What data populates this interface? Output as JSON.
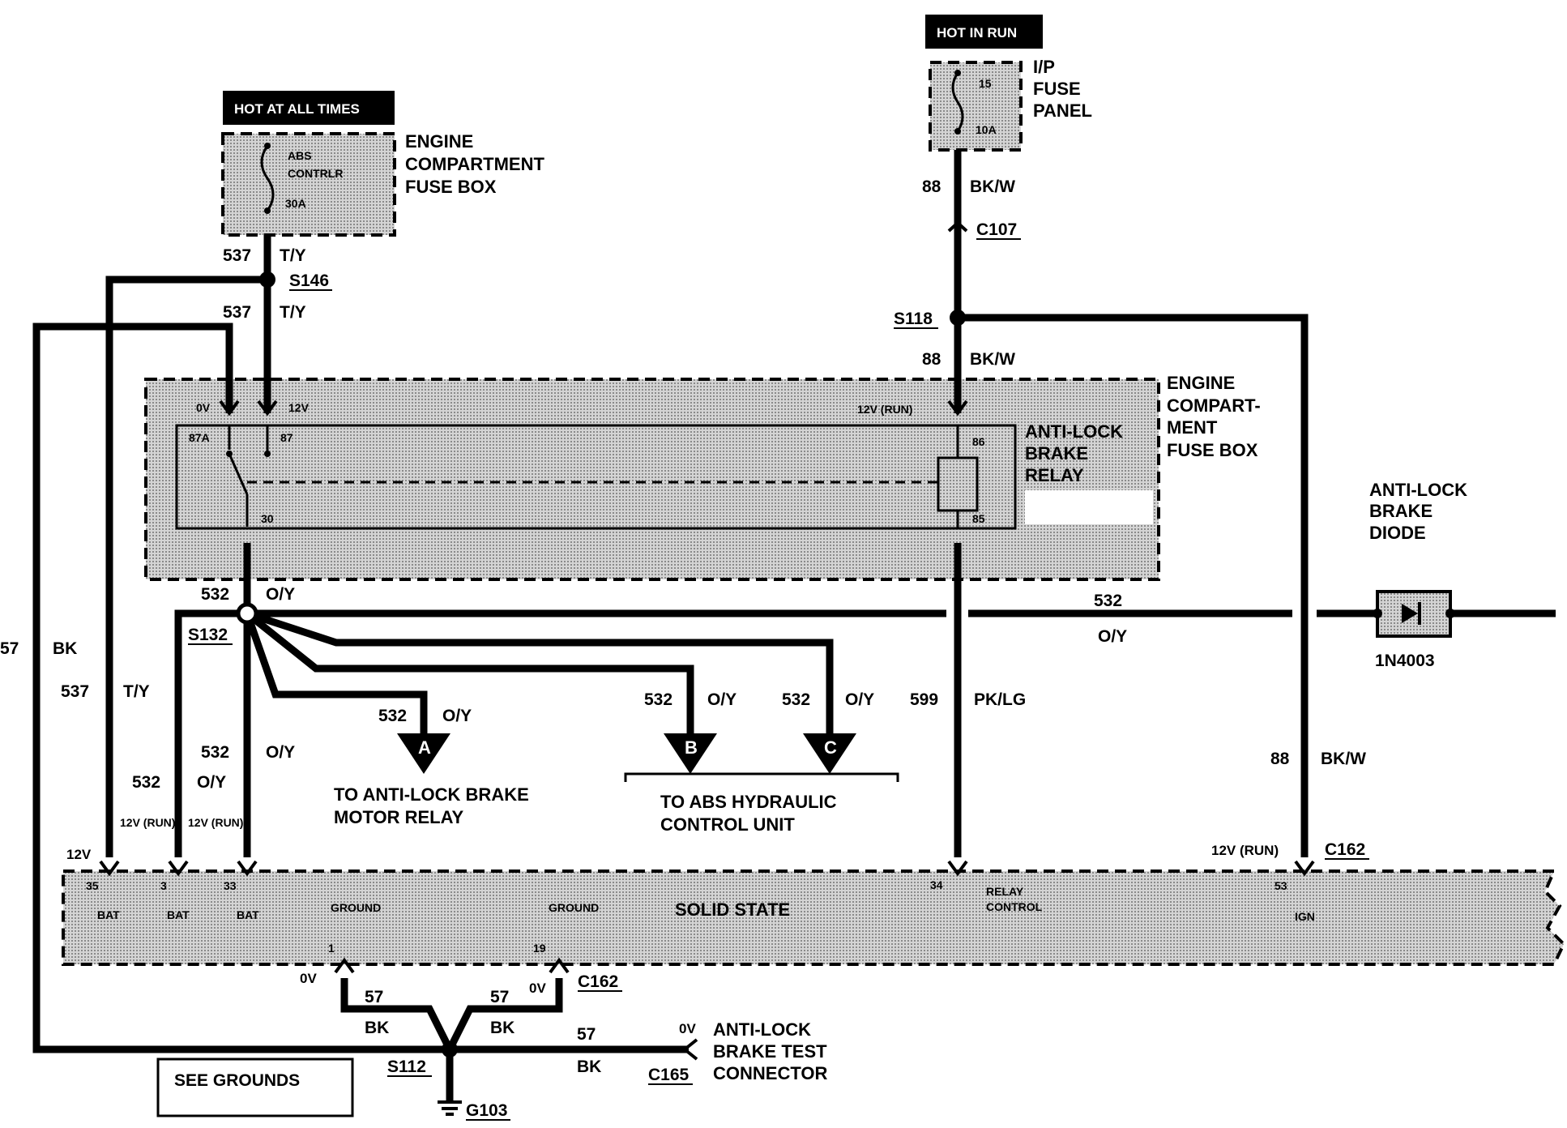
{
  "power": {
    "hot_at_all_times": "HOT AT ALL TIMES",
    "hot_in_run": "HOT IN RUN"
  },
  "engine_fuse_box": {
    "title_lines": [
      "ENGINE",
      "COMPARTMENT",
      "FUSE BOX"
    ],
    "fuse_lines": [
      "ABS",
      "CONTRLR"
    ],
    "fuse_rating": "30A"
  },
  "ip_fuse_panel": {
    "title_lines": [
      "I/P",
      "FUSE",
      "PANEL"
    ],
    "fuse_number": "15",
    "fuse_rating": "10A"
  },
  "relay_box": {
    "title_lines": [
      "ENGINE",
      "COMPART-",
      "MENT",
      "FUSE BOX"
    ],
    "relay_lines": [
      "ANTI-LOCK",
      "BRAKE",
      "RELAY"
    ],
    "voltage_87a": "0V",
    "voltage_87": "12V",
    "voltage_86": "12V (RUN)",
    "pin_87a": "87A",
    "pin_87": "87",
    "pin_30": "30",
    "pin_86": "86",
    "pin_85": "85"
  },
  "wires": {
    "w537_a_num": "537",
    "w537_a_color": "T/Y",
    "w537_b_num": "537",
    "w537_b_color": "T/Y",
    "w537_left_num": "537",
    "w537_left_color": "T/Y",
    "w88_a_num": "88",
    "w88_a_color": "BK/W",
    "w88_b_num": "88",
    "w88_b_color": "BK/W",
    "w88_right_num": "88",
    "w88_right_color": "BK/W",
    "w532_top_num": "532",
    "w532_top_color": "O/Y",
    "w532_diode_num": "532",
    "w532_diode_color": "O/Y",
    "w532_a_num": "532",
    "w532_a_color": "O/Y",
    "w532_b_num": "532",
    "w532_b_color": "O/Y",
    "w532_c_num": "532",
    "w532_c_color": "O/Y",
    "w532_mid_num": "532",
    "w532_mid_color": "O/Y",
    "w532_left_num": "532",
    "w532_left_color": "O/Y",
    "w599_num": "599",
    "w599_color": "PK/LG",
    "w57_left_num": "57",
    "w57_left_color": "BK",
    "w57_g1_num": "57",
    "w57_g1_color": "BK",
    "w57_g2_num": "57",
    "w57_g2_color": "BK",
    "w57_test_num": "57",
    "w57_test_color": "BK"
  },
  "splices": {
    "s146": "S146",
    "s118": "S118",
    "s132": "S132",
    "s112": "S112"
  },
  "connectors": {
    "c107": "C107",
    "c162_top": "C162",
    "c162_bottom": "C162",
    "c165": "C165",
    "g103": "G103"
  },
  "destinations": {
    "a_letter": "A",
    "b_letter": "B",
    "c_letter": "C",
    "a_lines": [
      "TO ANTI-LOCK BRAKE",
      "MOTOR RELAY"
    ],
    "bc_lines": [
      "TO ABS HYDRAULIC",
      "CONTROL UNIT"
    ]
  },
  "diode": {
    "title_lines": [
      "ANTI-LOCK",
      "BRAKE",
      "DIODE"
    ],
    "part": "1N4003"
  },
  "module": {
    "label": "SOLID STATE",
    "v_35": "12V",
    "v_3": "12V (RUN)",
    "v_33": "12V (RUN)",
    "v_53": "12V (RUN)",
    "pin_35": "35",
    "pin_35_label": "BAT",
    "pin_3": "3",
    "pin_3_label": "BAT",
    "pin_33": "33",
    "pin_33_label": "BAT",
    "pin_1": "1",
    "pin_1_label": "GROUND",
    "pin_19": "19",
    "pin_19_label": "GROUND",
    "pin_34": "34",
    "pin_34_label_lines": [
      "RELAY",
      "CONTROL"
    ],
    "pin_53": "53",
    "pin_53_label": "IGN",
    "v_pin1": "0V",
    "v_pin19": "0V"
  },
  "test_connector": {
    "voltage": "0V",
    "title_lines": [
      "ANTI-LOCK",
      "BRAKE TEST",
      "CONNECTOR"
    ]
  },
  "see_grounds": "SEE GROUNDS"
}
